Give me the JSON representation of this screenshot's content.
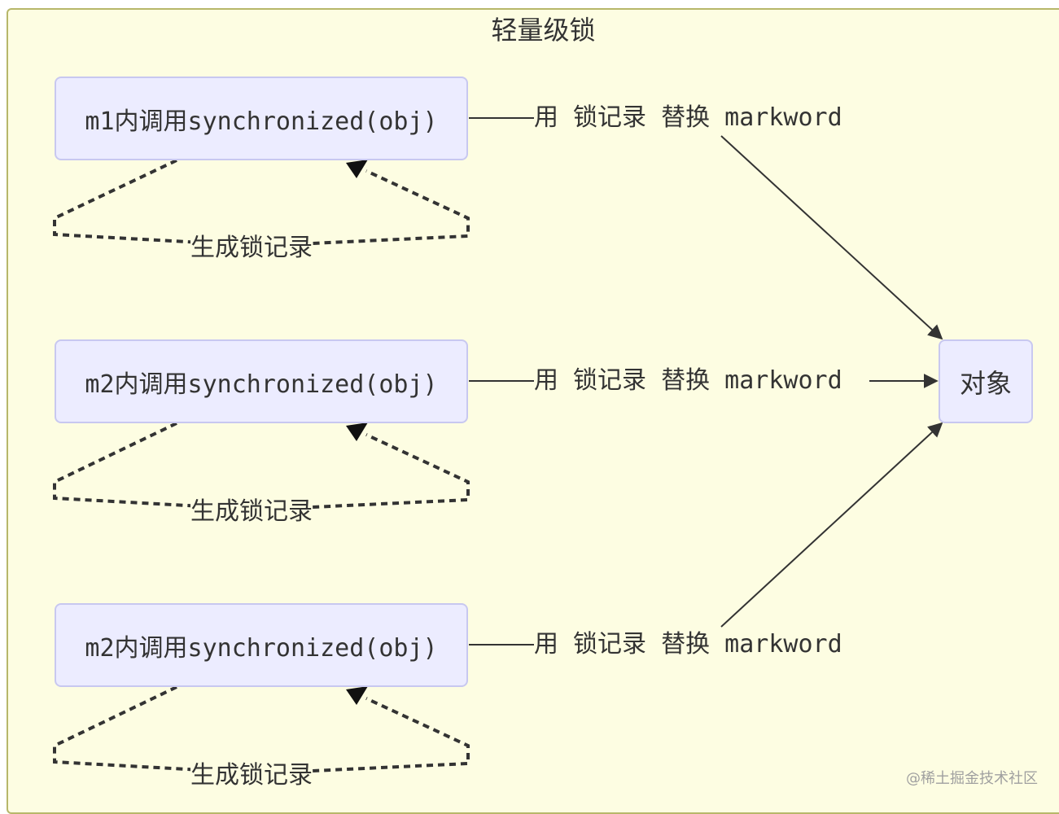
{
  "group": {
    "title": "轻量级锁"
  },
  "nodes": {
    "m1_call": "m1内调用synchronized(obj)",
    "m2_call_a": "m2内调用synchronized(obj)",
    "m2_call_b": "m2内调用synchronized(obj)",
    "object": "对象"
  },
  "edge_labels": {
    "replace_1": "用 锁记录 替换 markword",
    "replace_2": "用 锁记录 替换 markword",
    "replace_3": "用 锁记录 替换 markword",
    "generate_1": "生成锁记录",
    "generate_2": "生成锁记录",
    "generate_3": "生成锁记录"
  },
  "watermark": "@稀土掘金技术社区",
  "colors": {
    "group_background": "#fdfde2",
    "group_border": "#b7b76a",
    "node_fill": "#ececff",
    "node_border": "#c8c8f0",
    "edge": "#333333"
  }
}
